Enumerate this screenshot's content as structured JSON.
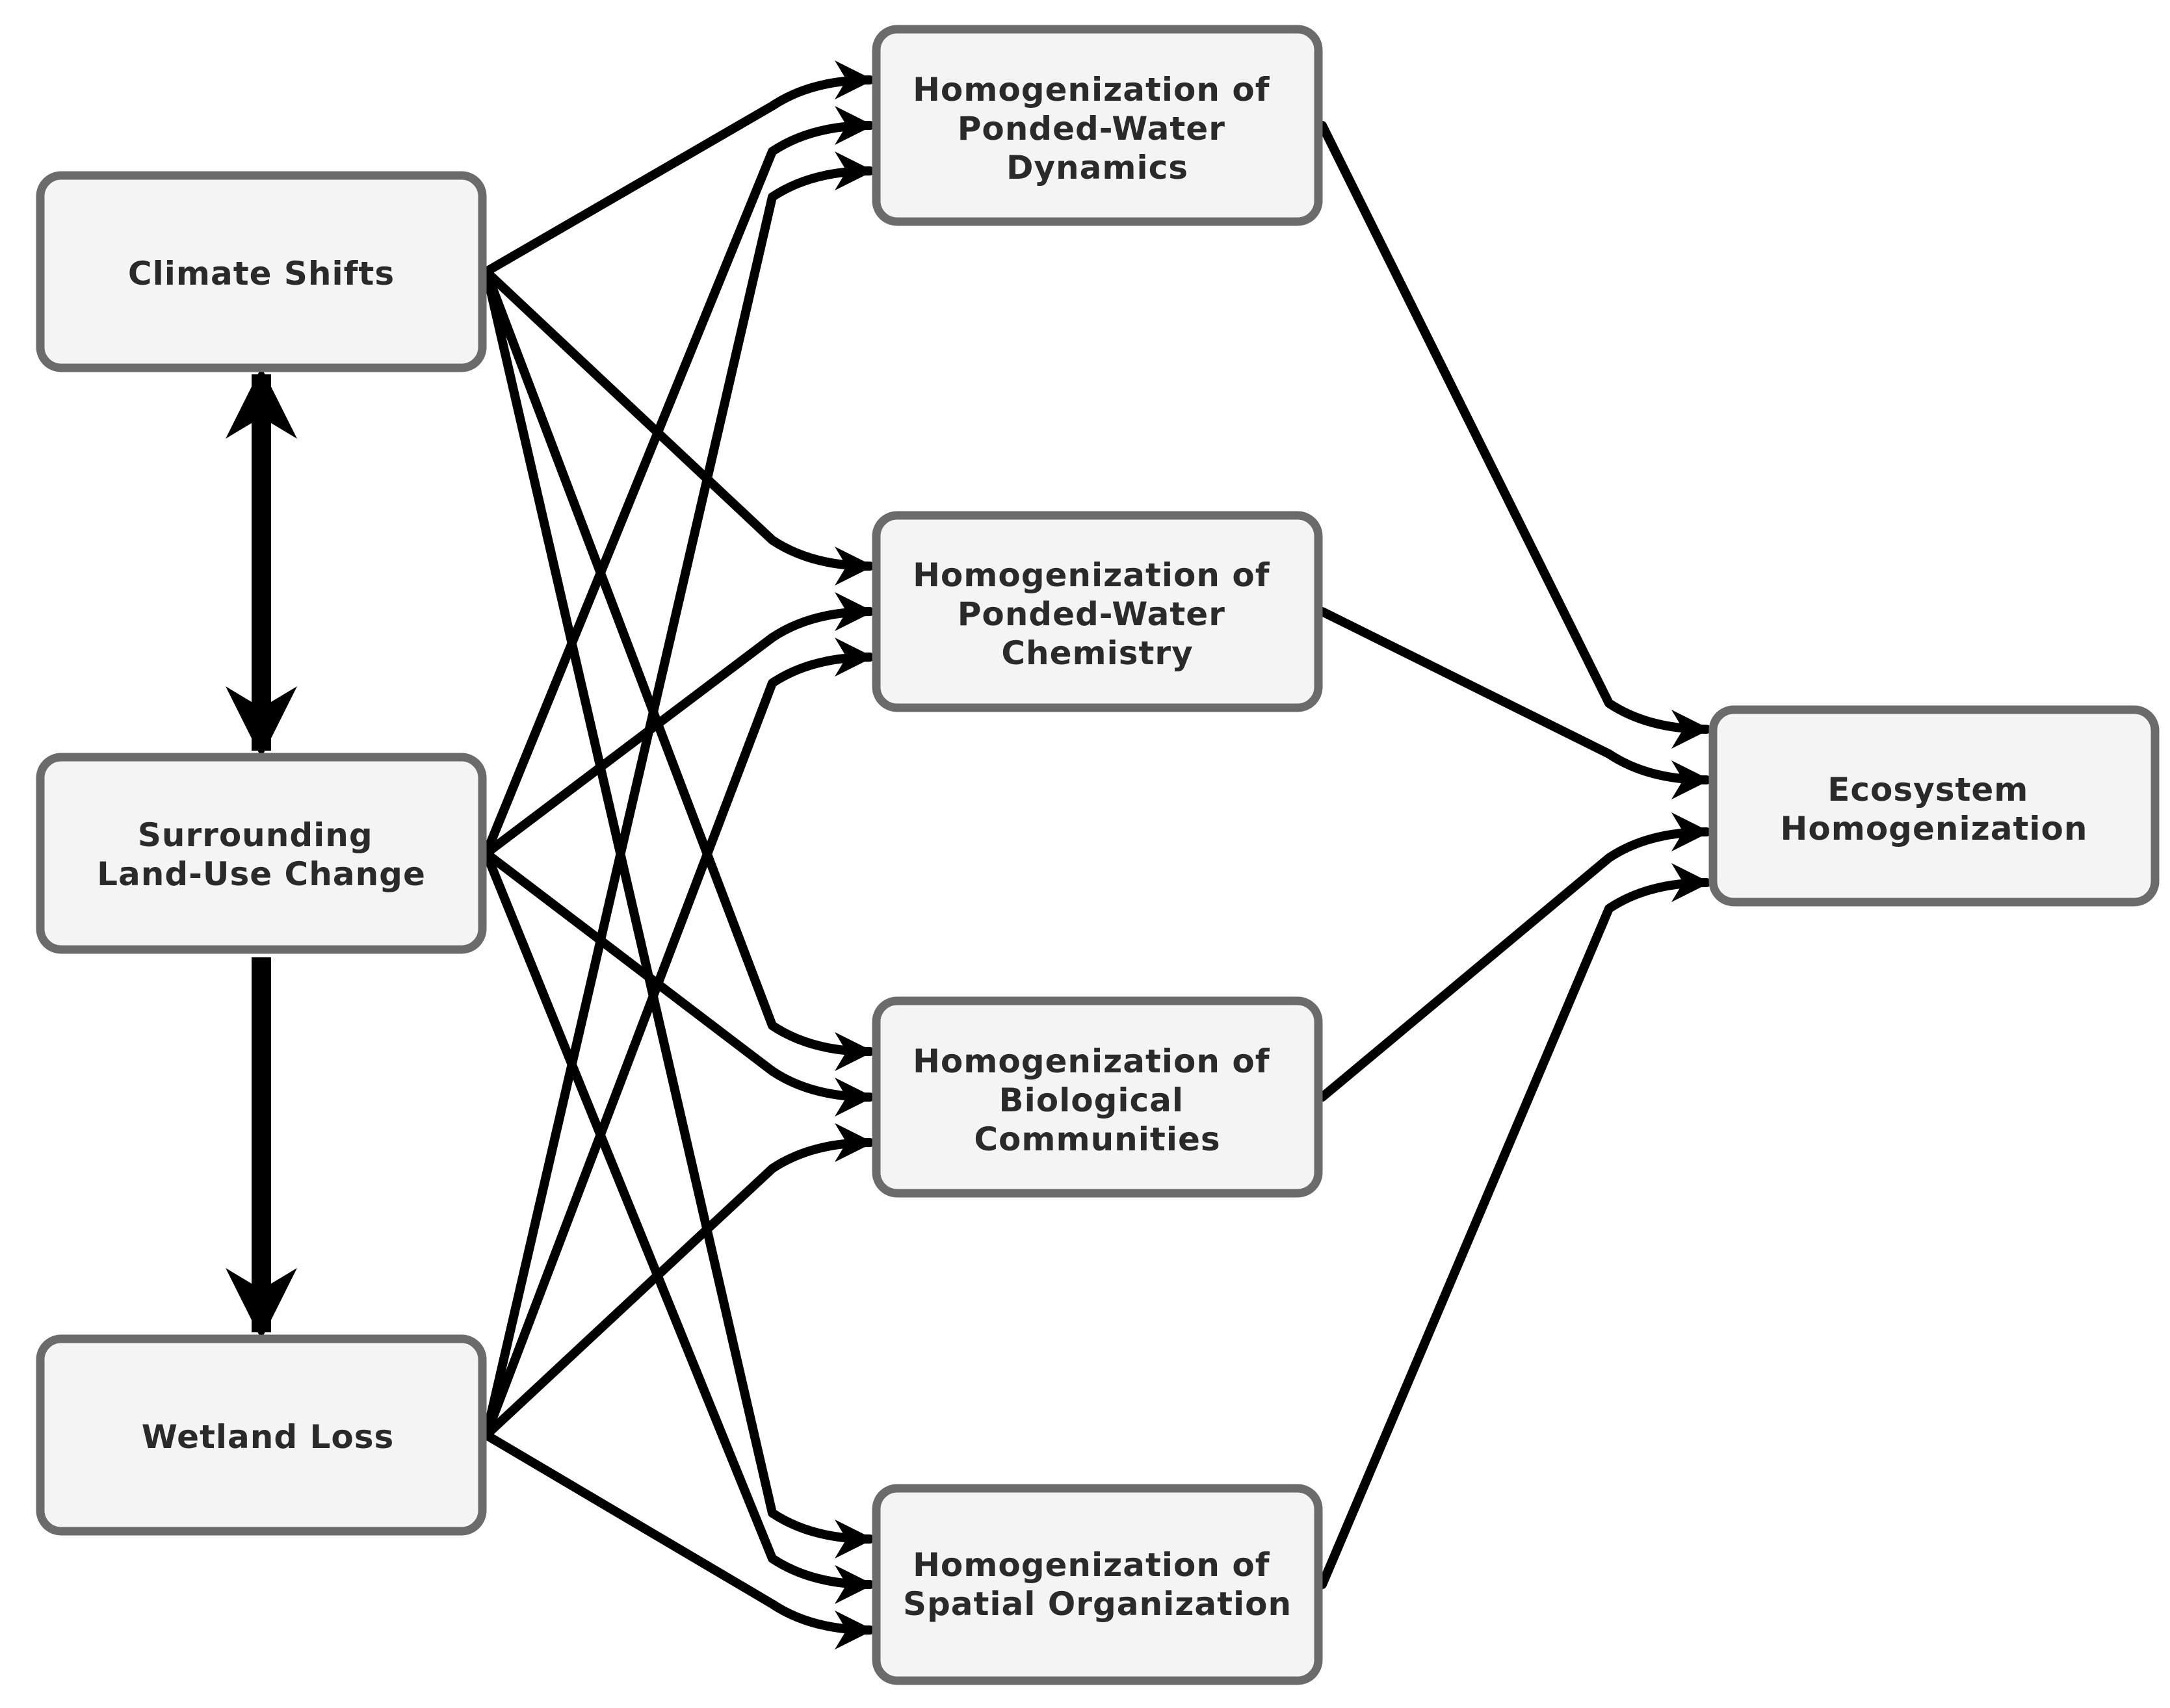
{
  "diagram": {
    "nodes": [
      {
        "id": "climate",
        "label_lines": [
          "Climate Shifts"
        ]
      },
      {
        "id": "landuse",
        "label_lines": [
          "Surrounding",
          "Land-Use Change"
        ]
      },
      {
        "id": "wetland",
        "label_lines": [
          "Wetland Loss"
        ]
      },
      {
        "id": "dynamics",
        "label_lines": [
          "Homogenization of",
          "Ponded-Water",
          "Dynamics"
        ]
      },
      {
        "id": "chemistry",
        "label_lines": [
          "Homogenization of",
          "Ponded-Water",
          "Chemistry"
        ]
      },
      {
        "id": "biological",
        "label_lines": [
          "Homogenization of",
          "Biological",
          "Communities"
        ]
      },
      {
        "id": "spatial",
        "label_lines": [
          "Homogenization of",
          "Spatial Organization"
        ]
      },
      {
        "id": "ecosystem",
        "label_lines": [
          "Ecosystem",
          "Homogenization"
        ]
      }
    ],
    "edges": [
      {
        "from": "climate",
        "to": "landuse",
        "style": "bidirectional-thick"
      },
      {
        "from": "landuse",
        "to": "wetland",
        "style": "directed-thick"
      },
      {
        "from": "climate",
        "to": "dynamics"
      },
      {
        "from": "climate",
        "to": "chemistry"
      },
      {
        "from": "climate",
        "to": "biological"
      },
      {
        "from": "climate",
        "to": "spatial"
      },
      {
        "from": "landuse",
        "to": "dynamics"
      },
      {
        "from": "landuse",
        "to": "chemistry"
      },
      {
        "from": "landuse",
        "to": "biological"
      },
      {
        "from": "landuse",
        "to": "spatial"
      },
      {
        "from": "wetland",
        "to": "dynamics"
      },
      {
        "from": "wetland",
        "to": "chemistry"
      },
      {
        "from": "wetland",
        "to": "biological"
      },
      {
        "from": "wetland",
        "to": "spatial"
      },
      {
        "from": "dynamics",
        "to": "ecosystem"
      },
      {
        "from": "chemistry",
        "to": "ecosystem"
      },
      {
        "from": "biological",
        "to": "ecosystem"
      },
      {
        "from": "spatial",
        "to": "ecosystem"
      }
    ],
    "colors": {
      "node_fill": "#f4f4f4",
      "node_stroke": "#6b6b6b",
      "text": "#2a2a2a",
      "edge": "#000000"
    }
  }
}
